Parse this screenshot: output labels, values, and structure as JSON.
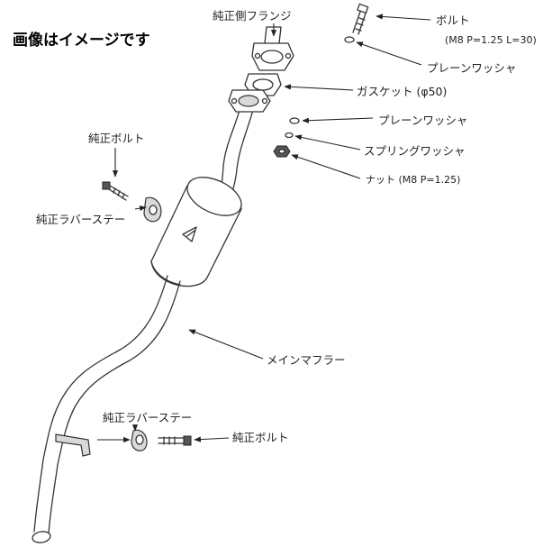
{
  "note": "画像はイメージです",
  "labels": {
    "oem_flange": "純正側フランジ",
    "bolt": "ボルト",
    "bolt_spec": "(M8 P=1.25 L=30)",
    "plain_washer_1": "プレーンワッシャ",
    "gasket": "ガスケット (φ50)",
    "plain_washer_2": "プレーンワッシャ",
    "spring_washer": "スプリングワッシャ",
    "nut": "ナット (M8 P=1.25)",
    "oem_bolt_1": "純正ボルト",
    "oem_rubber_stay_1": "純正ラバーステー",
    "main_muffler": "メインマフラー",
    "oem_rubber_stay_2": "純正ラバーステー",
    "oem_bolt_2": "純正ボルト"
  }
}
